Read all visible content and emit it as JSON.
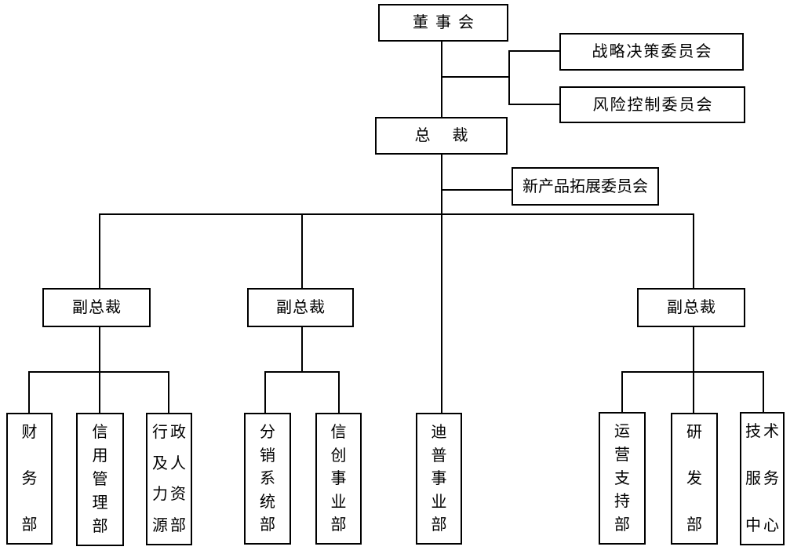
{
  "colors": {
    "background": "#ffffff",
    "line": "#000000",
    "box_border": "#000000",
    "text": "#000000"
  },
  "nodes": {
    "board": {
      "label": "董 事 会"
    },
    "strategic_committee": {
      "label": "战略决策委员会",
      "reports_to": "board"
    },
    "risk_committee": {
      "label": "风险控制委员会",
      "reports_to": "board"
    },
    "president": {
      "label": "总　裁",
      "reports_to": "board"
    },
    "new_product_committee": {
      "label": "新产品拓展委员会",
      "reports_to": "president"
    },
    "vp_left": {
      "label": "副总裁",
      "reports_to": "president"
    },
    "vp_middle": {
      "label": "副总裁",
      "reports_to": "president"
    },
    "vp_right": {
      "label": "副总裁",
      "reports_to": "president"
    }
  },
  "departments": {
    "finance": {
      "label": "财务部",
      "lines": [
        "财",
        "务",
        "部"
      ],
      "reports_to": "vp_left"
    },
    "credit": {
      "label": "信用管理部",
      "lines": [
        "信",
        "用",
        "管",
        "理",
        "部"
      ],
      "reports_to": "vp_left"
    },
    "admin_hr": {
      "label": "行政及人力资源部",
      "lines": [
        "行政",
        "及人",
        "力资",
        "源部"
      ],
      "reports_to": "vp_left"
    },
    "distribution": {
      "label": "分销系统部",
      "lines": [
        "分",
        "销",
        "系",
        "统",
        "部"
      ],
      "reports_to": "vp_middle"
    },
    "xinchuang": {
      "label": "信创事业部",
      "lines": [
        "信",
        "创",
        "事",
        "业",
        "部"
      ],
      "reports_to": "vp_middle"
    },
    "dipu": {
      "label": "迪普事业部",
      "lines": [
        "迪",
        "普",
        "事",
        "业",
        "部"
      ],
      "reports_to": "president"
    },
    "operations": {
      "label": "运营支持部",
      "lines": [
        "运",
        "营",
        "支",
        "持",
        "部"
      ],
      "reports_to": "vp_right"
    },
    "rnd": {
      "label": "研发部",
      "lines": [
        "研",
        "发",
        "部"
      ],
      "reports_to": "vp_right"
    },
    "tech_service": {
      "label": "技术服务中心",
      "lines": [
        "技术",
        "服务",
        "中心"
      ],
      "reports_to": "vp_right"
    }
  }
}
